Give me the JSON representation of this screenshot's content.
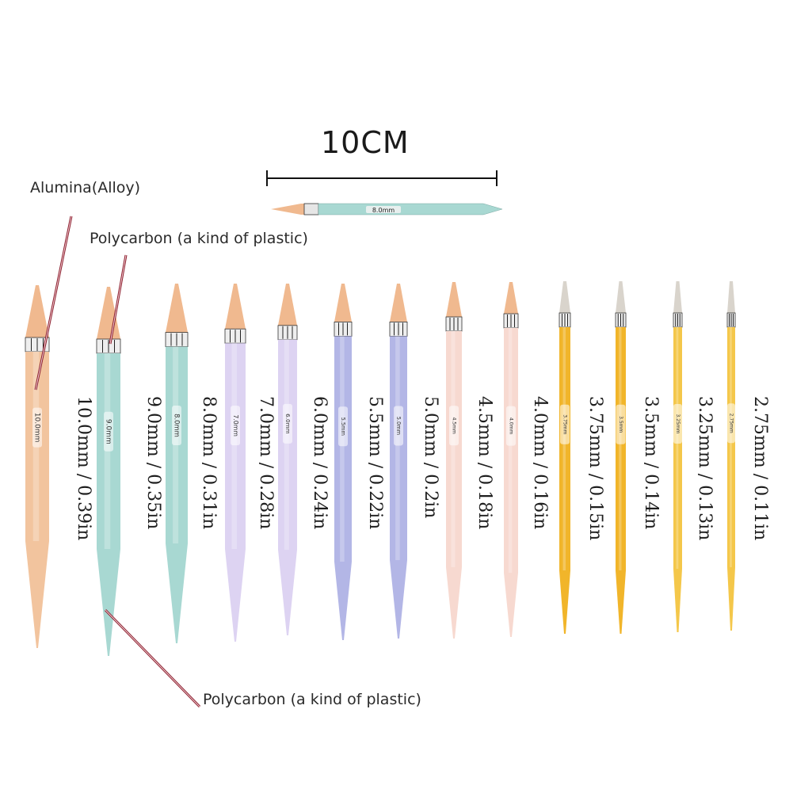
{
  "title": "10CM",
  "scale_bar": {
    "label": "10CM"
  },
  "sample_needle": {
    "label": "8.0mm",
    "color": "#a8d8d2"
  },
  "callouts": {
    "alumina": "Alumina(Alloy)",
    "polycarbon_top": "Polycarbon (a kind of plastic)",
    "polycarbon_bottom": "Polycarbon (a kind of plastic)"
  },
  "colors": {
    "tip": "#f0b98f",
    "pointer": "#8b1d2c",
    "orange": "#f2c49e",
    "teal": "#a8d8d2",
    "lavender": "#ddd3f2",
    "periwinkle": "#b3b6e6",
    "blush": "#f7d9d0",
    "gold": "#f1b52a",
    "yellow": "#f4c74a"
  },
  "needles": [
    {
      "size_mm": "10.0mm",
      "label": "10.0mm / 0.39in",
      "tag": "10.0mm",
      "color_key": "orange"
    },
    {
      "size_mm": "9.0mm",
      "label": "9.0mm / 0.35in",
      "tag": "9.0mm",
      "color_key": "teal"
    },
    {
      "size_mm": "8.0mm",
      "label": "8.0mm / 0.31in",
      "tag": "8.0mm",
      "color_key": "teal"
    },
    {
      "size_mm": "7.0mm",
      "label": "7.0mm / 0.28in",
      "tag": "7.0mm",
      "color_key": "lavender"
    },
    {
      "size_mm": "6.0mm",
      "label": "6.0mm / 0.24in",
      "tag": "6.0mm",
      "color_key": "lavender"
    },
    {
      "size_mm": "5.5mm",
      "label": "5.5mm / 0.22in",
      "tag": "5.5mm",
      "color_key": "periwinkle"
    },
    {
      "size_mm": "5.0mm",
      "label": "5.0mm / 0.2in",
      "tag": "5.0mm",
      "color_key": "periwinkle"
    },
    {
      "size_mm": "4.5mm",
      "label": "4.5mm / 0.18in",
      "tag": "4.5mm",
      "color_key": "blush"
    },
    {
      "size_mm": "4.0mm",
      "label": "4.0mm / 0.16in",
      "tag": "4.0mm",
      "color_key": "blush"
    },
    {
      "size_mm": "3.75mm",
      "label": "3.75mm / 0.15in",
      "tag": "3.75mm",
      "color_key": "gold"
    },
    {
      "size_mm": "3.5mm",
      "label": "3.5mm / 0.14in",
      "tag": "3.5mm",
      "color_key": "gold"
    },
    {
      "size_mm": "3.25mm",
      "label": "3.25mm / 0.13in",
      "tag": "3.25mm",
      "color_key": "yellow"
    },
    {
      "size_mm": "2.75mm",
      "label": "2.75mm / 0.11in",
      "tag": "2.75mm",
      "color_key": "yellow"
    }
  ]
}
